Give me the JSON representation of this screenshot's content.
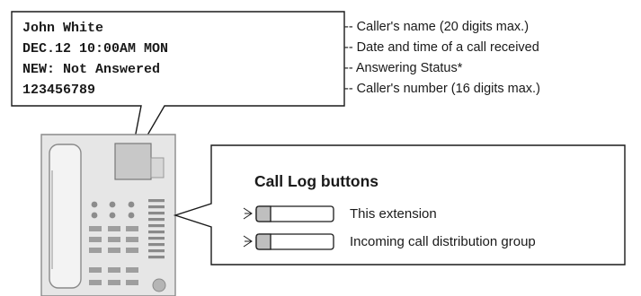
{
  "display": {
    "lines": [
      "John White",
      "DEC.12 10:00AM MON",
      "NEW: Not Answered",
      "123456789"
    ]
  },
  "annotations": [
    "-- Caller's name (20 digits max.)",
    "-- Date and time of a call received",
    "-- Answering Status*",
    "-- Caller's number (16 digits max.)"
  ],
  "call_log_panel": {
    "title": "Call Log buttons",
    "buttons": [
      {
        "label": "This extension",
        "icon": "call-log-button-icon"
      },
      {
        "label": "Incoming call distribution group",
        "icon": "call-log-button-icon"
      }
    ]
  },
  "colors": {
    "line": "#1a1a1a",
    "phone_body": "#e6e6e6",
    "phone_key": "#9e9e9e",
    "button_fill": "#bfbfbf"
  }
}
